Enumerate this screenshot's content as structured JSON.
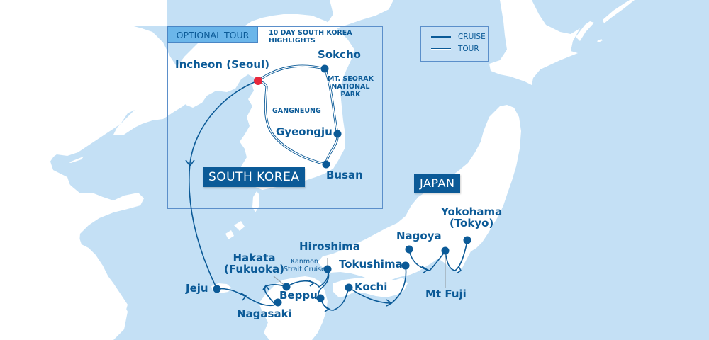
{
  "map": {
    "colors": {
      "sea": "#c4e0f5",
      "land": "#ffffff",
      "route": "#0b5a97",
      "start_port": "#e8283c",
      "label_box": "#0b5a97",
      "optional_tab": "#6bb6ea",
      "box_border": "#5b8fca"
    },
    "optional_tour": {
      "tab_label": "OPTIONAL TOUR",
      "title": "10 DAY SOUTH KOREA HIGHLIGHTS",
      "title_line1": "10 DAY SOUTH KOREA",
      "title_line2": "HIGHLIGHTS",
      "stops": [
        {
          "name": "Incheon (Seoul)",
          "type": "start"
        },
        {
          "name": "Sokcho"
        },
        {
          "name": "Gyeongju"
        },
        {
          "name": "Busan"
        }
      ],
      "points_of_interest": [
        {
          "name": "MT. SEORAK NATIONAL PARK",
          "lines": [
            "MT. SEORAK",
            "NATIONAL",
            "PARK"
          ]
        },
        {
          "name": "GANGNEUNG"
        }
      ]
    },
    "legend": {
      "items": [
        {
          "label": "CRUISE",
          "style": "solid"
        },
        {
          "label": "TOUR",
          "style": "double"
        }
      ]
    },
    "countries": [
      {
        "name": "SOUTH KOREA"
      },
      {
        "name": "JAPAN"
      }
    ],
    "ports": [
      {
        "name": "Incheon (Seoul)"
      },
      {
        "name": "Jeju"
      },
      {
        "name": "Nagasaki"
      },
      {
        "name": "Hakata (Fukuoka)",
        "lines": [
          "Hakata",
          "(Fukuoka)"
        ]
      },
      {
        "name": "Beppu"
      },
      {
        "name": "Hiroshima"
      },
      {
        "name": "Kochi"
      },
      {
        "name": "Tokushima"
      },
      {
        "name": "Nagoya"
      },
      {
        "name": "Mt Fuji"
      },
      {
        "name": "Yokohama (Tokyo)",
        "lines": [
          "Yokohama",
          "(Tokyo)"
        ]
      }
    ],
    "annotations": [
      {
        "name": "Kanmon Strait Cruise",
        "lines": [
          "Kanmon",
          "Strait Cruise"
        ]
      }
    ]
  }
}
